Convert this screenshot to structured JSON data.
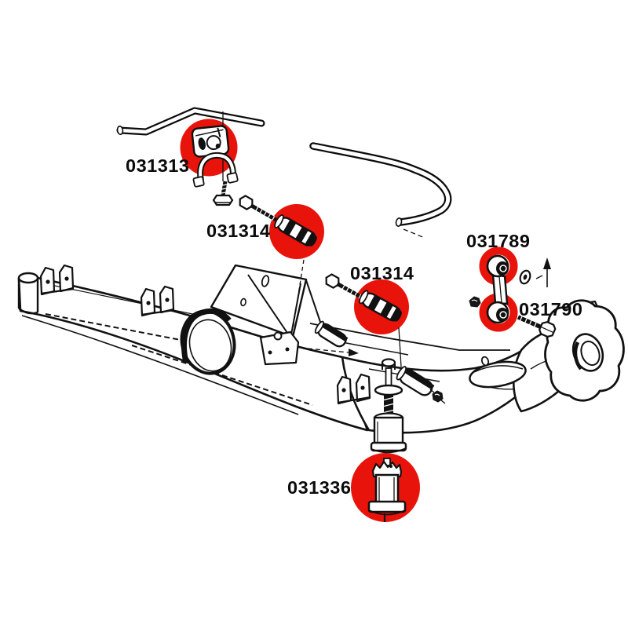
{
  "canvas": {
    "background": "#ffffff"
  },
  "diagram": {
    "colors": {
      "highlight": "#e8130a",
      "line": "#000000",
      "background": "#ffffff"
    },
    "labels": {
      "bushing_031313": "031313",
      "bushing_031314_a": "031314",
      "bushing_031314_b": "031314",
      "link_upper_031789": "031789",
      "link_lower_031790": "031790",
      "mount_031336": "031336"
    }
  }
}
